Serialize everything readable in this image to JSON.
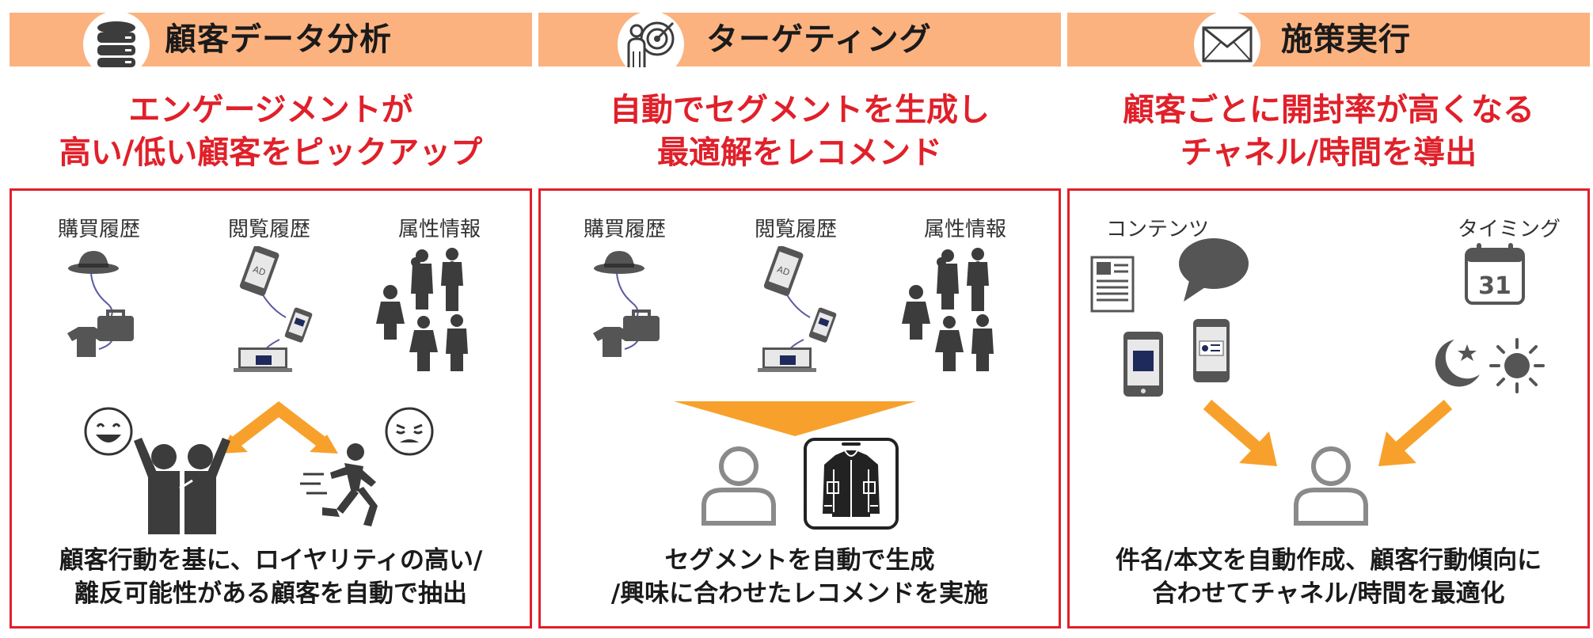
{
  "colors": {
    "header_band": "#fbb27f",
    "accent_red": "#e0202a",
    "arrow_orange": "#f7a12c",
    "icon_dark": "#3c3c3c",
    "icon_gray": "#7a7a7a"
  },
  "columns": [
    {
      "header": {
        "title": "顧客データ分析",
        "icon": "database-icon"
      },
      "subtitle": [
        "エンゲージメントが",
        "高い/低い顧客をピックアップ"
      ],
      "labels": [
        "購買履歴",
        "閲覧履歴",
        "属性情報"
      ],
      "caption": [
        "顧客行動を基に、ロイヤリティの高い/",
        "離反可能性がある顧客を自動で抽出"
      ]
    },
    {
      "header": {
        "title": "ターゲティング",
        "icon": "target-person-icon"
      },
      "subtitle": [
        "自動でセグメントを生成し",
        "最適解をレコメンド"
      ],
      "labels": [
        "購買履歴",
        "閲覧履歴",
        "属性情報"
      ],
      "caption": [
        "セグメントを自動で生成",
        "/興味に合わせたレコメンドを実施"
      ]
    },
    {
      "header": {
        "title": "施策実行",
        "icon": "envelope-icon"
      },
      "subtitle": [
        "顧客ごとに開封率が高くなる",
        "チャネル/時間を導出"
      ],
      "labels": [
        "コンテンツ",
        "タイミング"
      ],
      "calendar_day": "31",
      "caption": [
        "件名/本文を自動作成、顧客行動傾向に",
        "合わせてチャネル/時間を最適化"
      ]
    }
  ]
}
